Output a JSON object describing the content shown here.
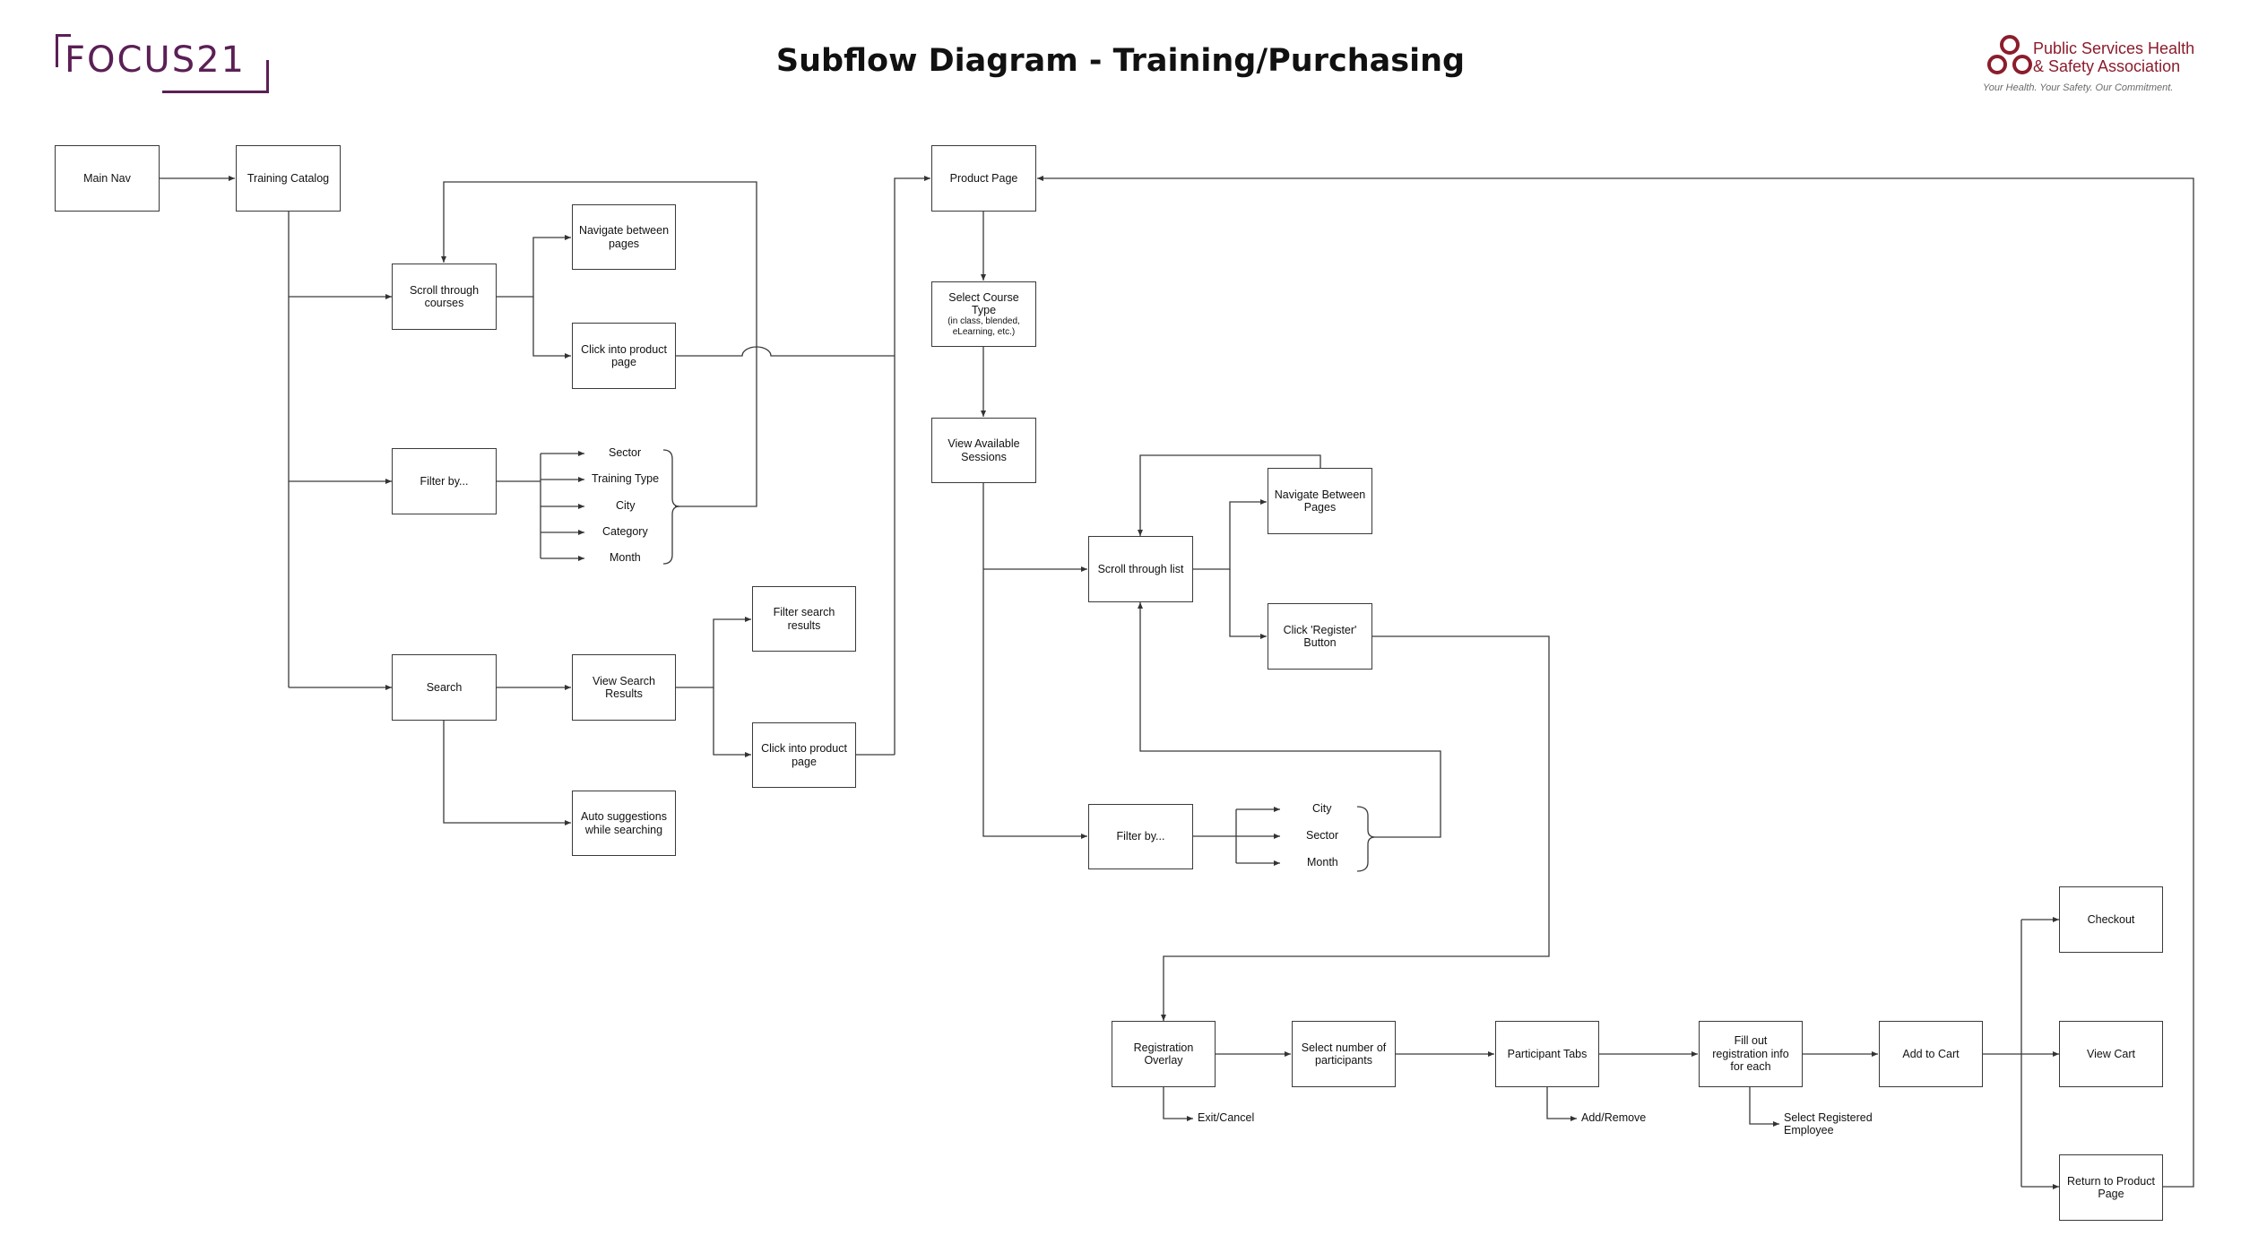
{
  "header": {
    "title": "Subflow Diagram - Training/Purchasing",
    "logo_left": "FOCUS21",
    "logo_right_line1": "Public Services Health",
    "logo_right_line2": "& Safety Association",
    "logo_right_tagline": "Your Health. Your Safety. Our Commitment.",
    "brand_color_left": "#5b1f55",
    "brand_color_right": "#8b1d2c"
  },
  "nodes": {
    "main_nav": "Main Nav",
    "training_catalog": "Training Catalog",
    "scroll_courses": "Scroll through courses",
    "navigate_pages": "Navigate between pages",
    "click_product_1": "Click into product page",
    "filter_by_1": "Filter by...",
    "search": "Search",
    "view_search_results": "View Search Results",
    "filter_search_results": "Filter search results",
    "click_product_2": "Click into product page",
    "auto_suggestions": "Auto suggestions while searching",
    "product_page": "Product Page",
    "select_course_type": "Select Course Type",
    "select_course_type_sub": "(in class, blended, eLearning, etc.)",
    "view_sessions": "View Available Sessions",
    "scroll_list": "Scroll through list",
    "navigate_between_pages": "Navigate Between Pages",
    "click_register": "Click 'Register' Button",
    "filter_by_2": "Filter by...",
    "registration_overlay": "Registration Overlay",
    "select_participants": "Select number of participants",
    "participant_tabs": "Participant Tabs",
    "fill_registration": "Fill out registration info for each",
    "add_to_cart": "Add to Cart",
    "checkout": "Checkout",
    "view_cart": "View Cart",
    "return_product": "Return to Product Page"
  },
  "filter_options_1": [
    "Sector",
    "Training Type",
    "City",
    "Category",
    "Month"
  ],
  "filter_options_2": [
    "City",
    "Sector",
    "Month"
  ],
  "branch_labels": {
    "exit_cancel": "Exit/Cancel",
    "add_remove": "Add/Remove",
    "select_registered": "Select Registered Employee"
  }
}
